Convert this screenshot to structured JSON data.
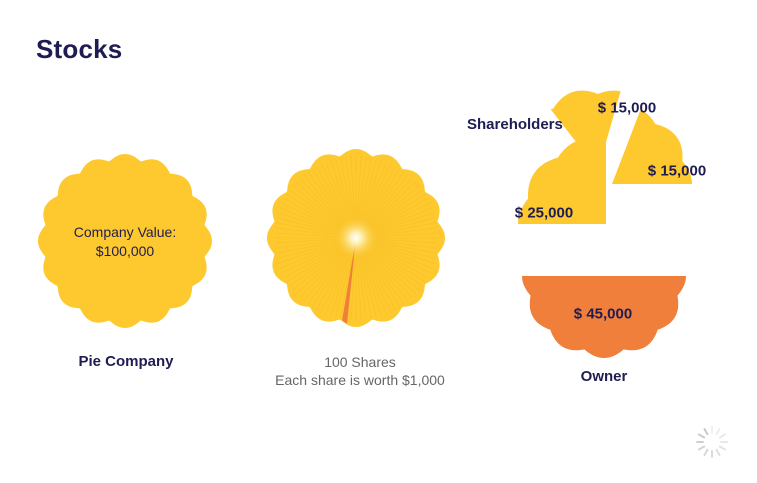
{
  "title": "Stocks",
  "pie_company": {
    "label": "Pie Company",
    "value_line1": "Company Value:",
    "value_line2": "$100,000"
  },
  "shares": {
    "line1": "100 Shares",
    "line2": "Each share is worth $1,000"
  },
  "shareholders": {
    "label": "Shareholders",
    "slices": [
      "$ 15,000",
      "$ 15,000",
      "$ 25,000"
    ]
  },
  "owner": {
    "label": "Owner",
    "amount": "$ 45,000"
  },
  "colors": {
    "pie_yellow": "#fdc92e",
    "pie_edge": "#f6c028",
    "slice_orange": "#f07f3c",
    "text_navy": "#1f1c52"
  },
  "icons": {
    "loader": "loading-spinner-icon"
  }
}
